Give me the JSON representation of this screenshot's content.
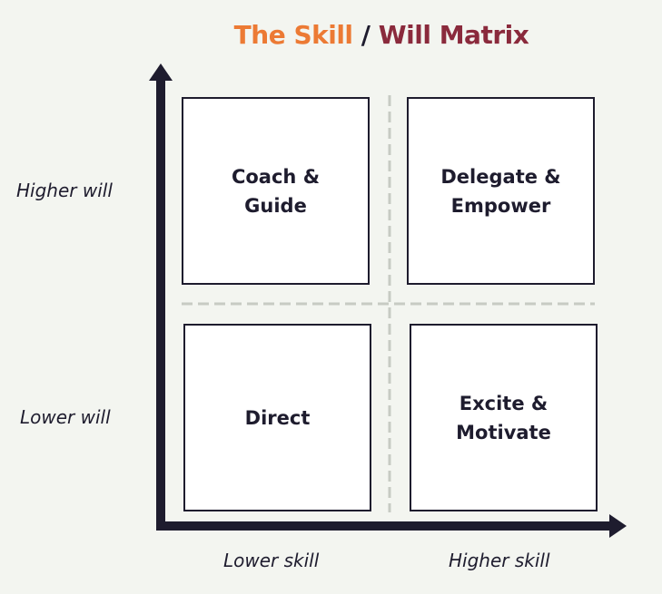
{
  "title": {
    "part1": "The Skill",
    "separator": "/",
    "part2": "Will Matrix"
  },
  "colors": {
    "title_skill": "#ec7a34",
    "title_will": "#8a2a3c",
    "ink": "#1e1c2e",
    "background": "#f3f5f0",
    "divider": "#c7cbc3"
  },
  "quadrants": {
    "top_left": "Coach &\nGuide",
    "top_right": "Delegate &\nEmpower",
    "bottom_left": "Direct",
    "bottom_right": "Excite &\nMotivate"
  },
  "axis_labels": {
    "higher_will": "Higher will",
    "lower_will": "Lower will",
    "lower_skill": "Lower skill",
    "higher_skill": "Higher skill"
  }
}
